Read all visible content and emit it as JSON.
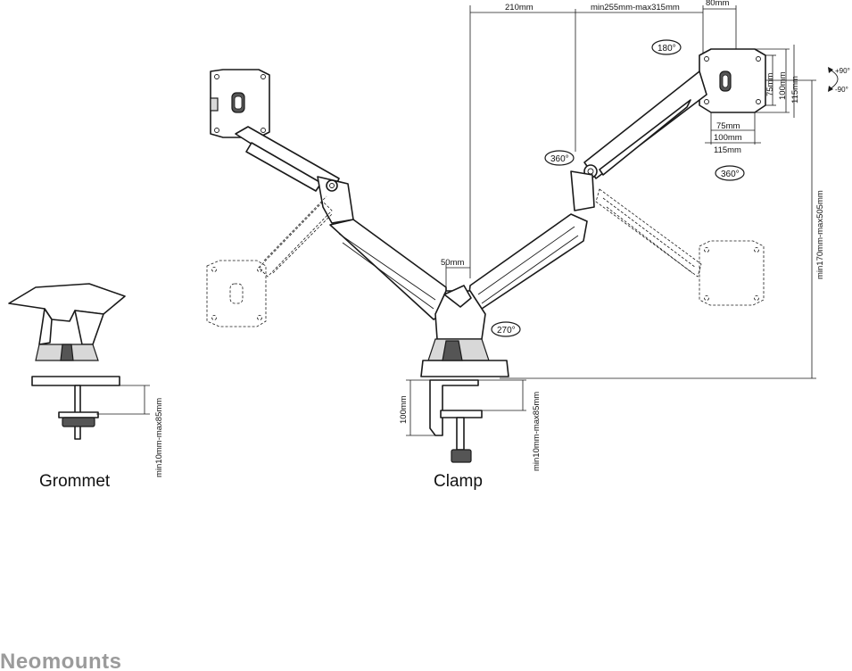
{
  "dimensions": {
    "reach": "210mm",
    "arm_extension": "min255mm-max315mm",
    "vesa_width": "80mm",
    "vesa_75_h": "75mm",
    "vesa_100_h": "100mm",
    "vesa_115_h": "115mm",
    "vesa_75_w": "75mm",
    "vesa_100_w": "100mm",
    "vesa_115_w": "115mm",
    "pole_offset": "50mm",
    "height_range": "min170mm-max505mm",
    "clamp_height": "100mm",
    "clamp_desk": "min10mm-max85mm",
    "grommet_desk": "min10mm-max85mm"
  },
  "rotations": {
    "tilt_up": "+90°",
    "tilt_down": "-90°",
    "rotate_180": "180°",
    "swivel_360_arm": "360°",
    "swivel_360_plate": "360°",
    "swivel_270_base": "270°"
  },
  "labels": {
    "grommet": "Grommet",
    "clamp": "Clamp"
  },
  "brand": {
    "name": "Neomounts",
    "color": "#9b9b9b"
  }
}
